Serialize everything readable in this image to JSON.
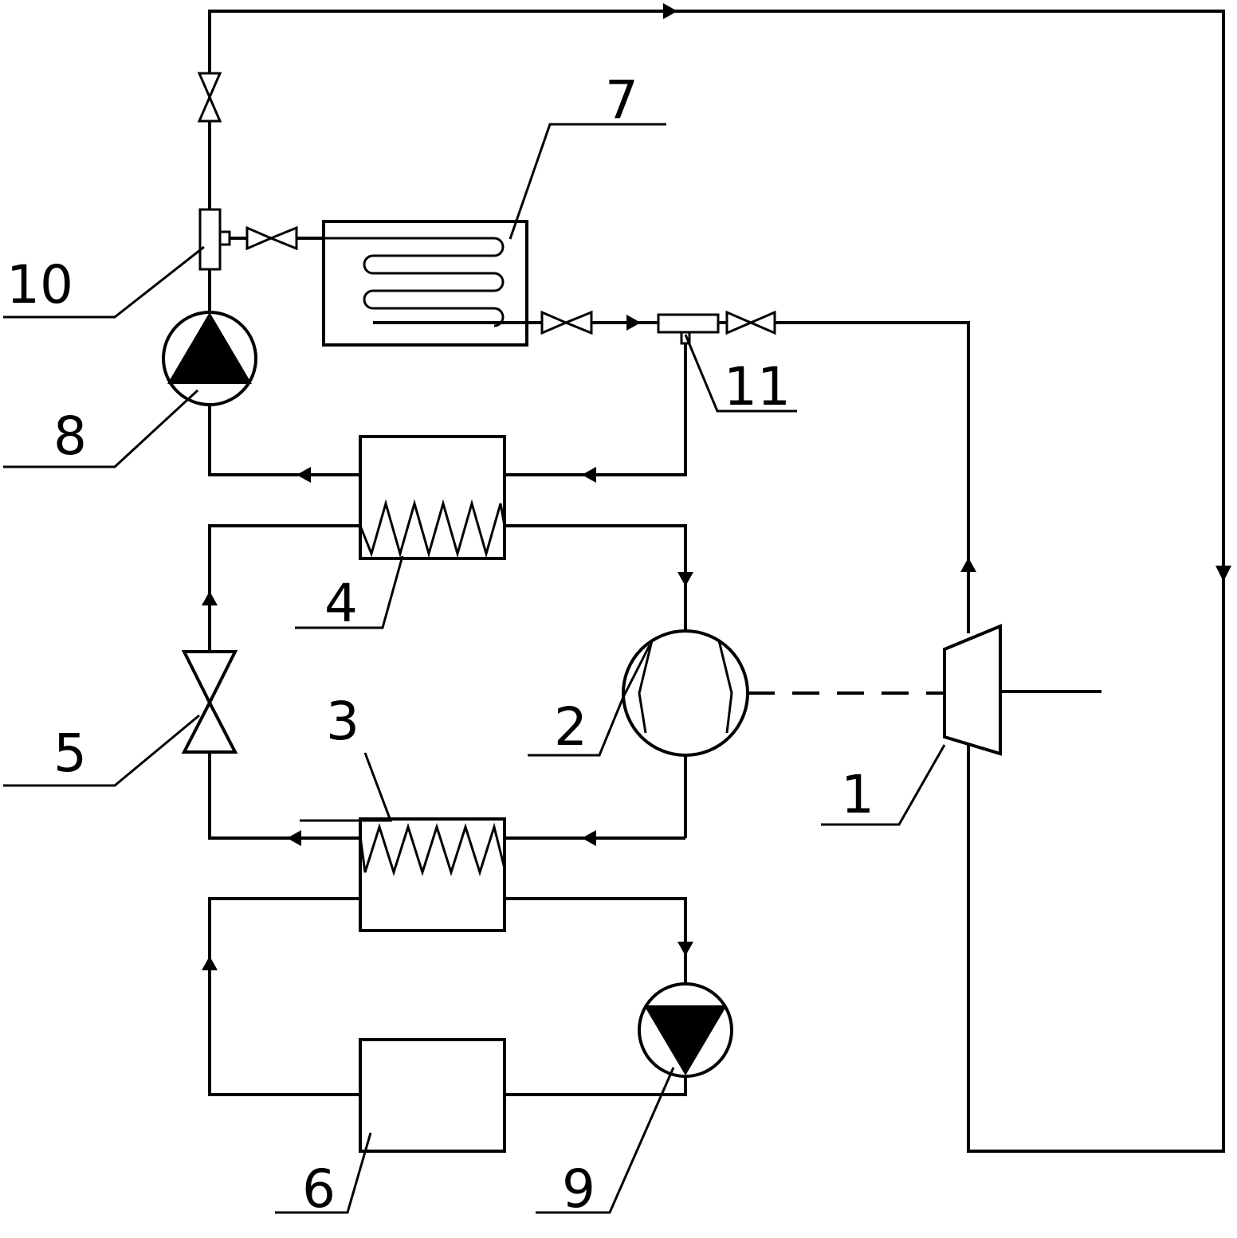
{
  "labels": {
    "turbine": "1",
    "compressor": "2",
    "lower_heat_exchanger": "3",
    "upper_heat_exchanger": "4",
    "expansion_valve": "5",
    "heat_source": "6",
    "heat_exchanger_coil": "7",
    "pump_upper": "8",
    "pump_lower": "9",
    "tee_left": "10",
    "tee_right": "11"
  },
  "colors": {
    "line": "#000000",
    "background": "#ffffff"
  }
}
